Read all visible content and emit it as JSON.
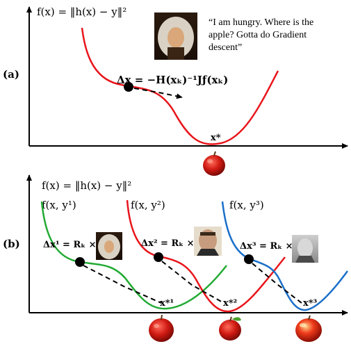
{
  "panel_a": {
    "label": "(a)",
    "f_label": "f(x) = ‖h(x) − y‖²",
    "quote_lines": [
      "“I am hungry. Where is the",
      "apple? Gotta do Gradient",
      "descent”"
    ],
    "update_eq": "Δx = −H(xₖ)⁻¹Jƒ(xₖ)",
    "min_label": "x*",
    "portrait": "newton-portrait",
    "apple": "red-apple"
  },
  "panel_b": {
    "label": "(b)",
    "f_label": "f(x) = ‖h(x) − y‖²",
    "curves": [
      {
        "label": "f(x, y¹)",
        "update_eq": "Δx¹ = Rₖ ×",
        "min_label": "x*¹",
        "color": "#22aa33",
        "portrait": "newton-portrait",
        "apple": "red-apple"
      },
      {
        "label": "f(x, y²)",
        "update_eq": "Δx² = Rₖ ×",
        "min_label": "x*²",
        "color": "#e8151b",
        "portrait": "gauss-portrait",
        "apple": "red-apple-leaf"
      },
      {
        "label": "f(x, y³)",
        "update_eq": "Δx³ = Rₖ ×",
        "min_label": "x*³",
        "color": "#1a6fc9",
        "portrait": "lagrange-portrait",
        "apple": "red-apple-shiny"
      }
    ]
  },
  "colors": {
    "red": "#e8151b",
    "green": "#22aa33",
    "blue": "#1a6fc9",
    "axis": "#000000"
  }
}
